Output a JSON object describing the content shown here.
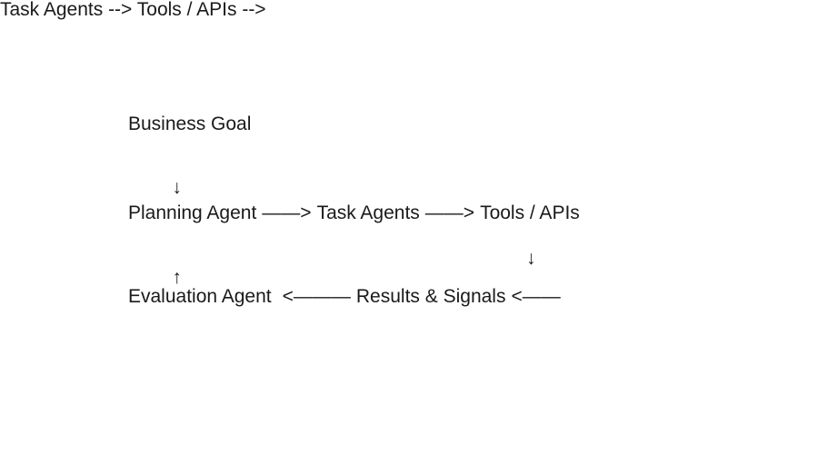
{
  "background": "#ffffff",
  "text_color": "#1a1a1a",
  "diagram": {
    "title_node": "Business Goal",
    "arrow_goal_to_planning": "↓",
    "flow_row": {
      "planning_agent": "Planning Agent",
      "arrow_planning_to_task": "——>",
      "task_agents": "Task Agents",
      "arrow_task_to_tools": "——>",
      "tools_apis": "Tools / APIs"
    },
    "feedback_arrows": {
      "up_results_to_planning": "↑",
      "down_tools_to_results": "↓"
    },
    "feedback_row": {
      "evaluation_agent": "Evaluation Agent",
      "arrow_results_to_evaluation": "<———",
      "results_signals": "Results & Signals",
      "arrow_into_results": "<——"
    }
  }
}
